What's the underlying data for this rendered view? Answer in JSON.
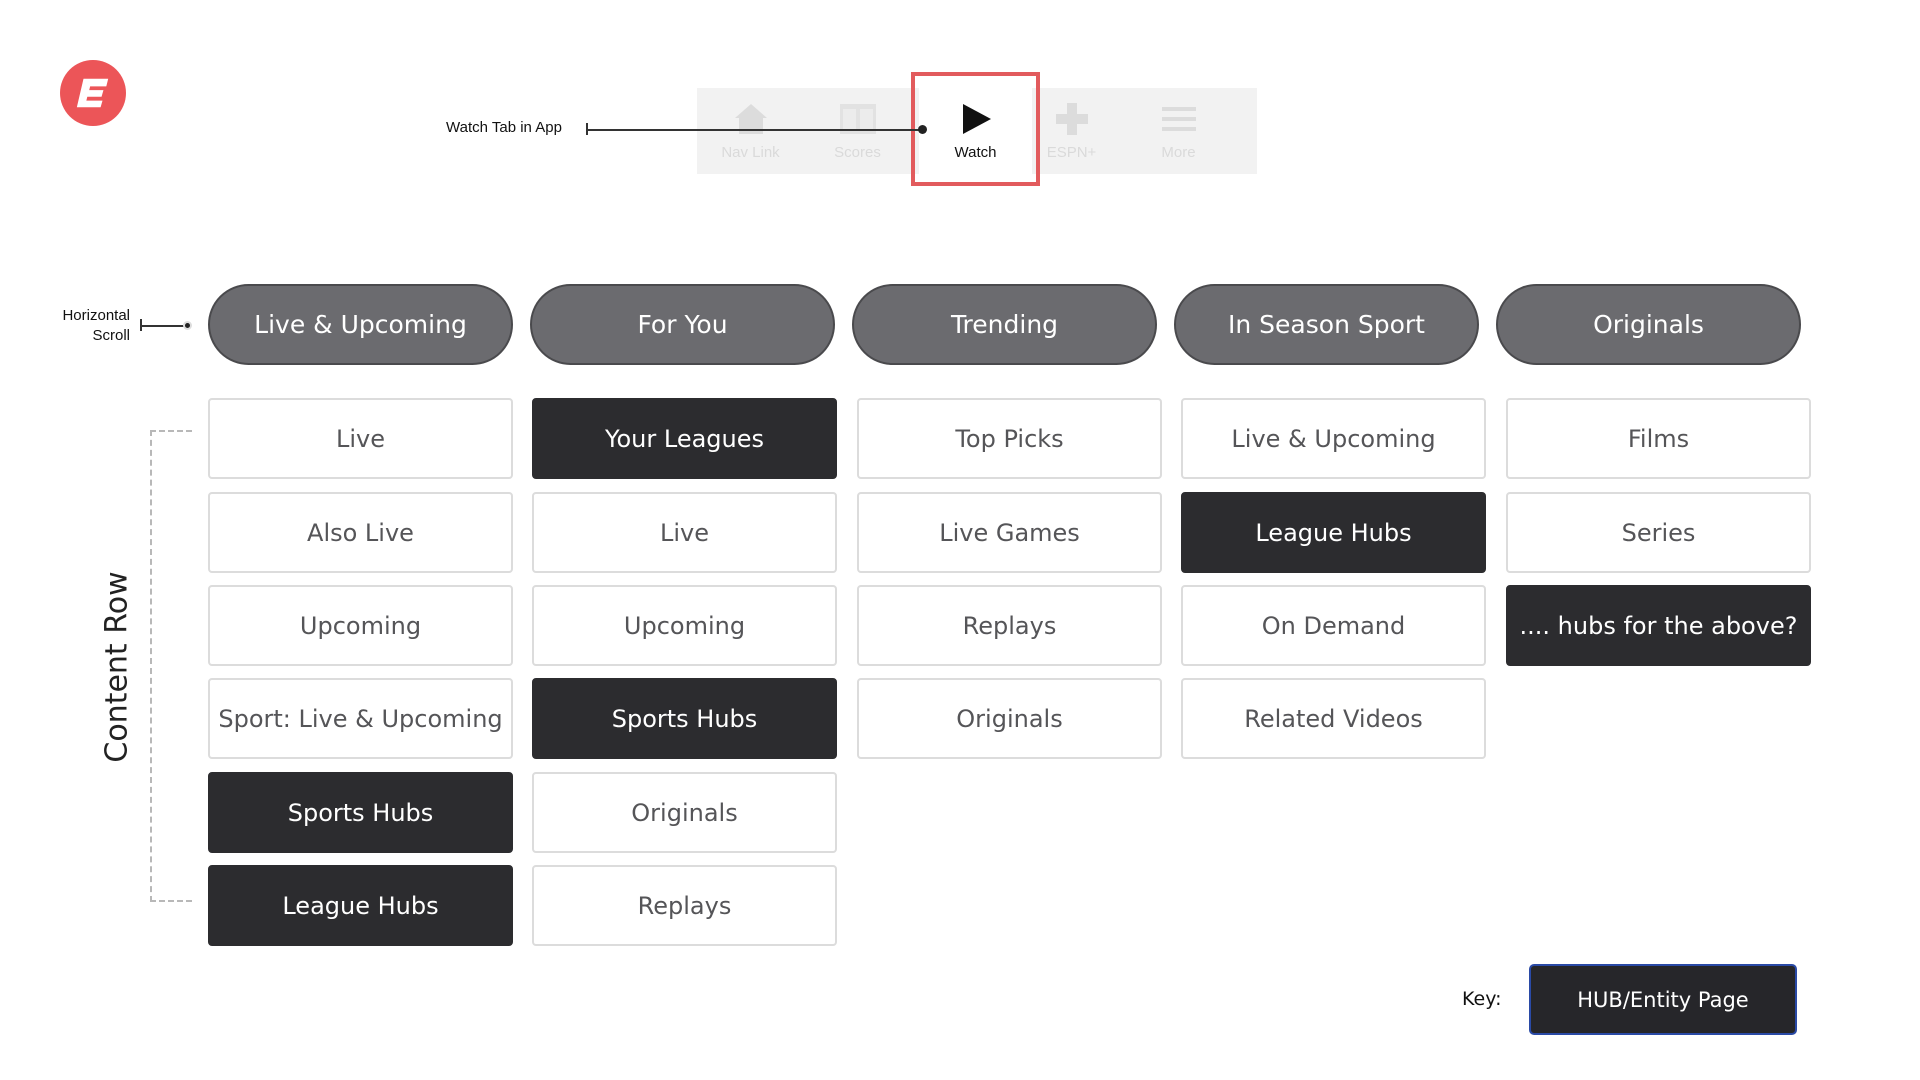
{
  "logo": {
    "icon": "espn-e-logo",
    "color": "#ec5558"
  },
  "tabbar": {
    "tabs": [
      {
        "label": "Nav Link",
        "icon": "home-icon",
        "active": false
      },
      {
        "label": "Scores",
        "icon": "scoreboard-icon",
        "active": false
      },
      {
        "label": "Watch",
        "icon": "play-icon",
        "active": true
      },
      {
        "label": "ESPN+",
        "icon": "plus-icon",
        "active": false
      },
      {
        "label": "More",
        "icon": "menu-icon",
        "active": false
      }
    ],
    "highlight_color": "#e25b5d"
  },
  "annotations": {
    "watch_tab": "Watch Tab in App",
    "horizontal_scroll_line1": "Horizontal",
    "horizontal_scroll_line2": "Scroll",
    "content_row": "Content Row"
  },
  "tabs": [
    "Live & Upcoming",
    "For You",
    "Trending",
    "In Season Sport",
    "Originals"
  ],
  "columns": [
    [
      {
        "label": "Live",
        "hub": false
      },
      {
        "label": "Also Live",
        "hub": false
      },
      {
        "label": "Upcoming",
        "hub": false
      },
      {
        "label": "Sport: Live & Upcoming",
        "hub": false
      },
      {
        "label": "Sports Hubs",
        "hub": true
      },
      {
        "label": "League Hubs",
        "hub": true
      }
    ],
    [
      {
        "label": "Your Leagues",
        "hub": true
      },
      {
        "label": "Live",
        "hub": false
      },
      {
        "label": "Upcoming",
        "hub": false
      },
      {
        "label": "Sports Hubs",
        "hub": true
      },
      {
        "label": "Originals",
        "hub": false
      },
      {
        "label": "Replays",
        "hub": false
      }
    ],
    [
      {
        "label": "Top Picks",
        "hub": false
      },
      {
        "label": "Live Games",
        "hub": false
      },
      {
        "label": "Replays",
        "hub": false
      },
      {
        "label": "Originals",
        "hub": false
      }
    ],
    [
      {
        "label": "Live & Upcoming",
        "hub": false
      },
      {
        "label": "League Hubs",
        "hub": true
      },
      {
        "label": "On Demand",
        "hub": false
      },
      {
        "label": "Related Videos",
        "hub": false
      }
    ],
    [
      {
        "label": "Films",
        "hub": false
      },
      {
        "label": "Series",
        "hub": false
      },
      {
        "label": ".... hubs for the above?",
        "hub": true
      }
    ]
  ],
  "key": {
    "label": "Key:",
    "item": "HUB/Entity Page"
  },
  "colors": {
    "pill": "#6b6b6f",
    "hub": "#2c2c2f",
    "key_border": "#2a4aa6"
  }
}
